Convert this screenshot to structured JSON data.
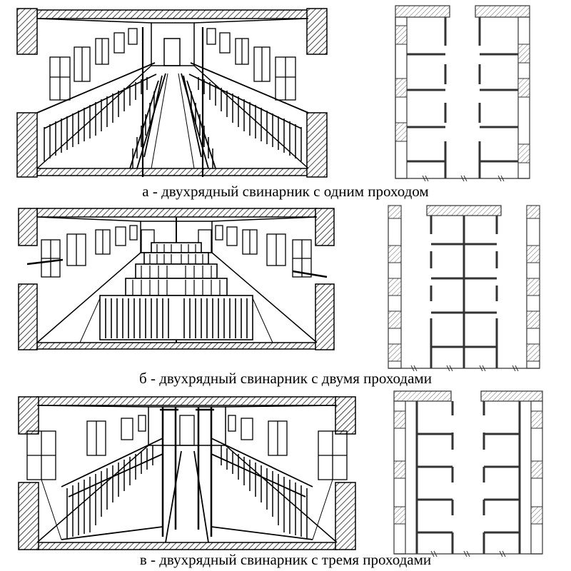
{
  "figures": [
    {
      "id": "a",
      "caption": "а - двухрядный свинарник с одним проходом"
    },
    {
      "id": "b",
      "caption": "б - двухрядный свинарник с двумя проходами"
    },
    {
      "id": "c",
      "caption": "в - двухрядный свинарник с тремя проходами"
    }
  ]
}
